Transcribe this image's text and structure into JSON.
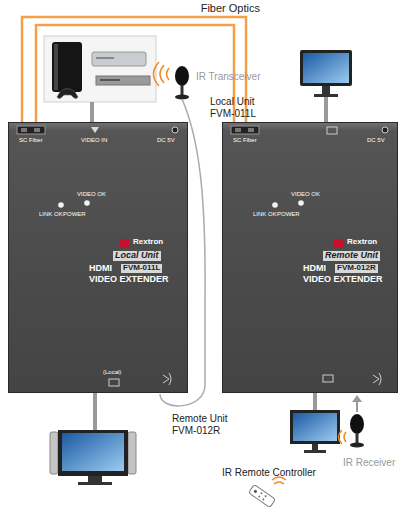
{
  "diagram": {
    "nodes": [
      {
        "text": [
          "SC Fiber",
          "VIDEO IN",
          "DC 5V",
          "VIDEO OK",
          "LINK OK",
          "POWER",
          "Rextron",
          "Local Unit",
          "HDMI",
          "FVM-011L",
          "VIDEO EXTENDER",
          "(Local)"
        ]
      },
      {
        "text": [
          "SC Fiber",
          "DC 5V",
          "VIDEO OK",
          "LINK OK",
          "POWER",
          "Rextron",
          "Remote Unit",
          "HDMI",
          "FVM-012R",
          "VIDEO EXTENDER"
        ]
      }
    ],
    "edges": [
      {
        "from": 0,
        "to": 1,
        "arrow": "none",
        "label": "Fiber Optics"
      },
      {
        "from": 0,
        "to": 1,
        "arrow": "none"
      }
    ],
    "labels": [
      "IR Transceiver",
      "Local Unit FVM-011L",
      "Remote Unit FVM-012R",
      "IR Receiver",
      "IR Remote Controller"
    ]
  }
}
